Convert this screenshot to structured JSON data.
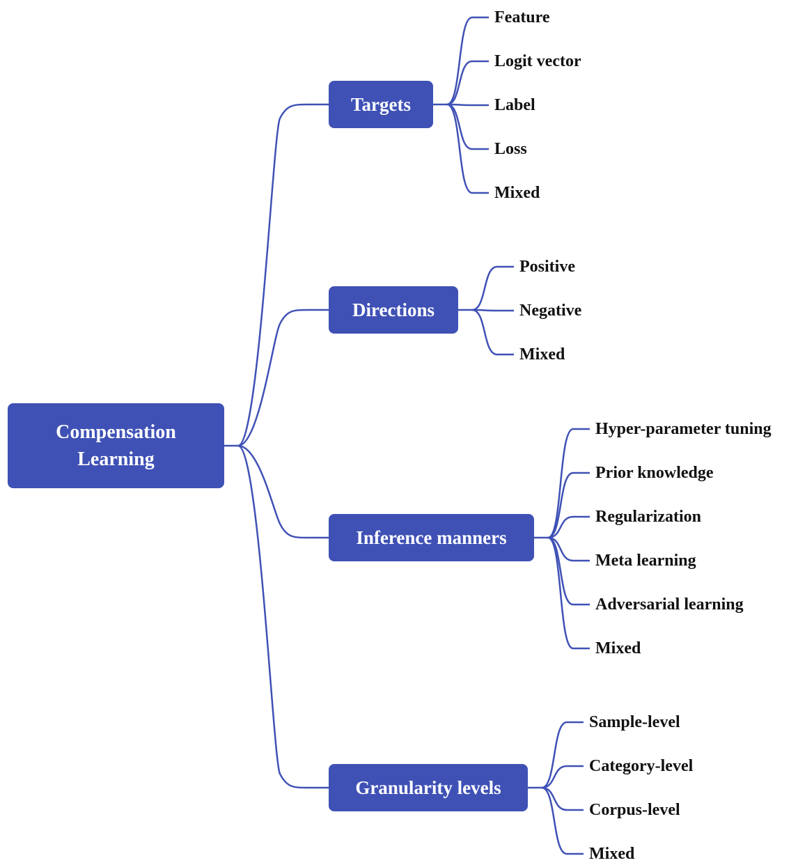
{
  "root": {
    "line1": "Compensation",
    "line2": "Learning"
  },
  "branches": [
    {
      "label": "Targets",
      "leaves": [
        "Feature",
        "Logit vector",
        "Label",
        "Loss",
        "Mixed"
      ]
    },
    {
      "label": "Directions",
      "leaves": [
        "Positive",
        "Negative",
        "Mixed"
      ]
    },
    {
      "label": "Inference manners",
      "leaves": [
        "Hyper-parameter tuning",
        "Prior knowledge",
        "Regularization",
        "Meta learning",
        "Adversarial learning",
        "Mixed"
      ]
    },
    {
      "label": "Granularity levels",
      "leaves": [
        "Sample-level",
        "Category-level",
        "Corpus-level",
        "Mixed"
      ]
    }
  ],
  "colors": {
    "node_fill": "#3f51b5",
    "edge": "#3f51b5",
    "node_text": "#ffffff",
    "leaf_text": "#111111"
  }
}
